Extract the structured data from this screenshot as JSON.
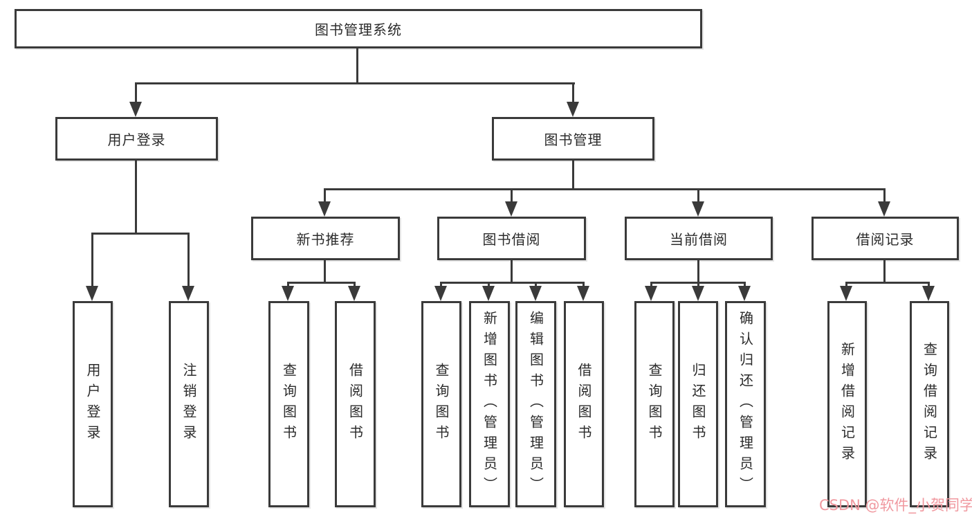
{
  "tree": {
    "root": {
      "label": "图书管理系统"
    },
    "branches": [
      {
        "label": "用户登录",
        "children": [
          {
            "label": "用户登录"
          },
          {
            "label": "注销登录"
          }
        ]
      },
      {
        "label": "图书管理",
        "children": [
          {
            "label": "新书推荐",
            "children": [
              {
                "label": "查询图书"
              },
              {
                "label": "借阅图书"
              }
            ]
          },
          {
            "label": "图书借阅",
            "children": [
              {
                "label": "查询图书"
              },
              {
                "label": "新增图书（管理员）"
              },
              {
                "label": "编辑图书（管理员）"
              },
              {
                "label": "借阅图书"
              }
            ]
          },
          {
            "label": "当前借阅",
            "children": [
              {
                "label": "查询图书"
              },
              {
                "label": "归还图书"
              },
              {
                "label": "确认归还（管理员）"
              }
            ]
          },
          {
            "label": "借阅记录",
            "children": [
              {
                "label": "新增借阅记录"
              },
              {
                "label": "查询借阅记录"
              }
            ]
          }
        ]
      }
    ]
  },
  "watermark": {
    "text": "CSDN @软件_小贺同学",
    "color": "#f0989f"
  },
  "colors": {
    "line": "#3a3a3a",
    "box_border": "#3a3a3a",
    "text": "#2b2b2b",
    "background": "#ffffff"
  }
}
